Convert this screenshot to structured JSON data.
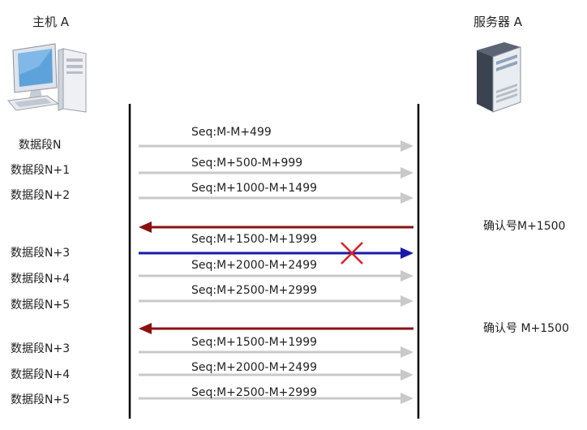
{
  "header": {
    "host_label": "主机 A",
    "server_label": "服务器 A"
  },
  "colors": {
    "data_arrow": "#c9c9c9",
    "ack_arrow": "#8b1111",
    "retrans_arrow": "#1a1aa8",
    "lost_mark": "#e02020",
    "timeline": "#000000"
  },
  "icons": {
    "host": "desktop-computer-icon",
    "server": "tower-server-icon"
  },
  "rows": [
    {
      "segment": "数据段N",
      "seq": "Seq:M-M+499",
      "type": "data"
    },
    {
      "segment": "数据段N+1",
      "seq": "Seq:M+500-M+999",
      "type": "data"
    },
    {
      "segment": "数据段N+2",
      "seq": "Seq:M+1000-M+1499",
      "type": "data"
    },
    {
      "segment": "",
      "seq": "",
      "type": "ack",
      "ack": "确认号M+1500"
    },
    {
      "segment": "数据段N+3",
      "seq": "Seq:M+1500-M+1999",
      "type": "lost"
    },
    {
      "segment": "数据段N+4",
      "seq": "Seq:M+2000-M+2499",
      "type": "data"
    },
    {
      "segment": "数据段N+5",
      "seq": "Seq:M+2500-M+2999",
      "type": "data"
    },
    {
      "segment": "",
      "seq": "",
      "type": "ack",
      "ack": "确认号 M+1500"
    },
    {
      "segment": "数据段N+3",
      "seq": "Seq:M+1500-M+1999",
      "type": "data"
    },
    {
      "segment": "数据段N+4",
      "seq": "Seq:M+2000-M+2499",
      "type": "data"
    },
    {
      "segment": "数据段N+5",
      "seq": "Seq:M+2500-M+2999",
      "type": "data"
    }
  ]
}
